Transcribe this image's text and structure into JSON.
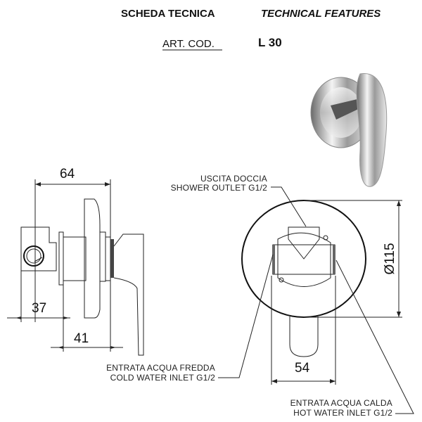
{
  "header": {
    "title_it": "SCHEDA TECNICA",
    "title_en": "TECHNICAL FEATURES",
    "art_cod_label": "ART. COD.",
    "art_cod_value": "L 30"
  },
  "side_view": {
    "dim_total": "64",
    "dim_left": "37",
    "dim_body": "41"
  },
  "front_view": {
    "dim_diameter": "Ø115",
    "dim_width": "54",
    "labels": {
      "outlet_it": "USCITA DOCCIA",
      "outlet_en": "SHOWER OUTLET G1/2",
      "cold_it": "ENTRATA ACQUA FREDDA",
      "cold_en": "COLD WATER INLET G1/2",
      "hot_it": "ENTRATA ACQUA CALDA",
      "hot_en": "HOT WATER INLET G1/2"
    }
  }
}
